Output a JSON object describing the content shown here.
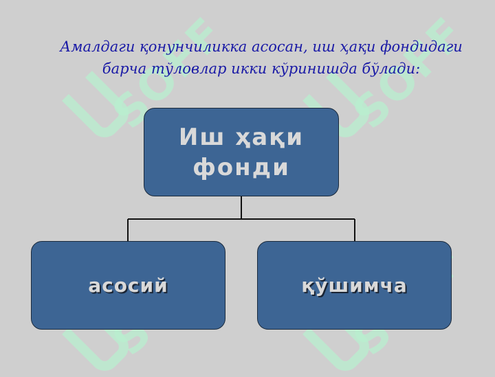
{
  "watermark": {
    "text": "SOFF"
  },
  "slide": {
    "title_lines": [
      "Амалдаги қонунчиликка асосан,  иш ҳақи фондидаги",
      "барча тўловлар икки кўринишда бўлади:"
    ]
  },
  "diagram": {
    "root": {
      "lines": [
        "Иш ҳақи",
        "фонди"
      ]
    },
    "children": [
      {
        "label": "асосий"
      },
      {
        "label": "қўшимча"
      }
    ]
  },
  "colors": {
    "background": "#cfcfcf",
    "box_fill": "#3d6594",
    "box_text": "#d9d9d9",
    "title_text": "#1a1aa6",
    "watermark": "#b9f0d0"
  }
}
